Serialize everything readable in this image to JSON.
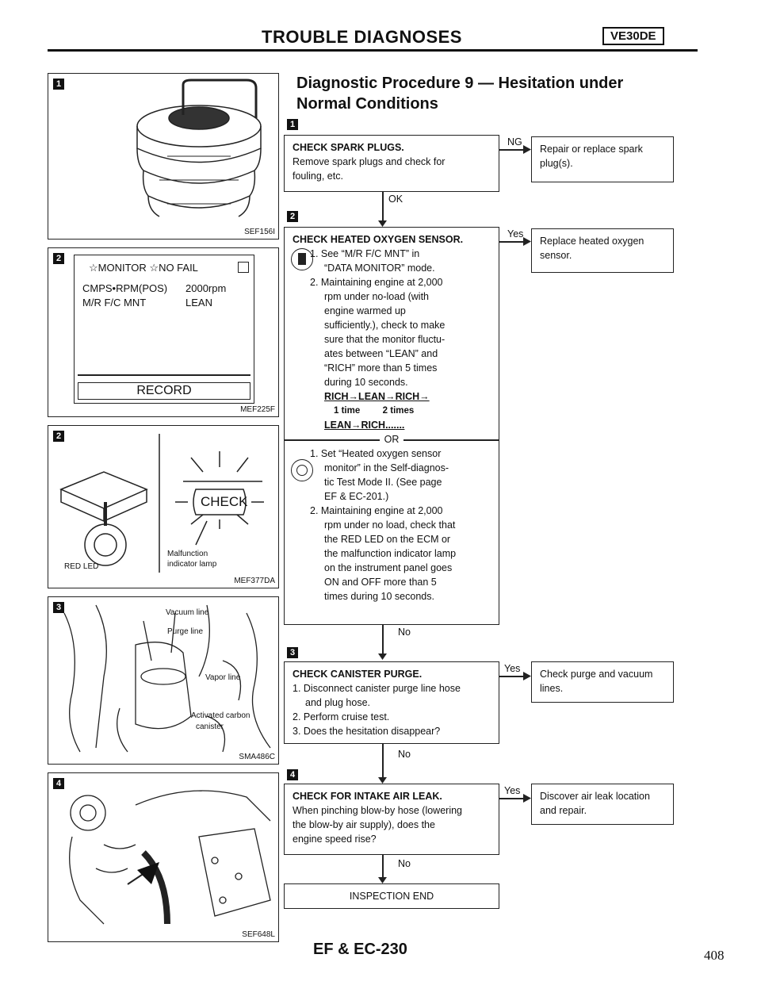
{
  "header": {
    "title": "TROUBLE DIAGNOSES",
    "engine_tag": "VE30DE"
  },
  "procedure_title_line1": "Diagnostic Procedure 9 — Hesitation under",
  "procedure_title_line2": "Normal Conditions",
  "step_markers": [
    "1",
    "2",
    "2",
    "3",
    "4"
  ],
  "figures": {
    "fig1": {
      "code": "SEF156I"
    },
    "fig2": {
      "monitor_line": "☆MONITOR ☆NO FAIL",
      "row1_label": "CMPS•RPM(POS)",
      "row1_value": "2000rpm",
      "row2_label": "M/R F/C MNT",
      "row2_value": "LEAN",
      "record_button": "RECORD",
      "code": "MEF225F"
    },
    "fig3": {
      "check_lamp": "CHECK",
      "led_label": "RED LED",
      "mil_label1": "Malfunction",
      "mil_label2": "indicator lamp",
      "code": "MEF377DA"
    },
    "fig4": {
      "label1": "Vacuum line",
      "label2": "Purge line",
      "label3": "Vapor line",
      "label4": "Activated carbon",
      "label5": "canister",
      "code": "SMA486C"
    },
    "fig5": {
      "code": "SEF648L"
    }
  },
  "flow": {
    "step1": {
      "title": "CHECK SPARK PLUGS.",
      "l1": "Remove spark plugs and check for",
      "l2": "fouling, etc.",
      "ng": "NG",
      "ok": "OK",
      "result1": "Repair or replace spark",
      "result2": "plug(s)."
    },
    "step2": {
      "title": "CHECK HEATED OXYGEN SENSOR.",
      "a1": "1. See “M/R F/C MNT” in",
      "a1b": "“DATA MONITOR” mode.",
      "a2": "2. Maintaining engine at 2,000",
      "a3": "rpm under no-load (with",
      "a4": "engine warmed up",
      "a5": "sufficiently.), check to make",
      "a6": "sure that the monitor fluctu-",
      "a7": "ates between “LEAN” and",
      "a8": "“RICH” more than 5 times",
      "a9": "during 10 seconds.",
      "seq1": "RICH→LEAN→RICH→",
      "seq_t1": "1 time",
      "seq_t2": "2 times",
      "seq2": "LEAN→RICH.......",
      "or": "OR",
      "b1": "1. Set “Heated oxygen sensor",
      "b2": "monitor” in the Self-diagnos-",
      "b3": "tic Test Mode II. (See page",
      "b4": "EF & EC-201.)",
      "b5": "2. Maintaining engine at 2,000",
      "b6": "rpm under no load, check that",
      "b7": "the RED LED on the ECM or",
      "b8": "the malfunction indicator lamp",
      "b9": "on the instrument panel goes",
      "b10": "ON and OFF more than 5",
      "b11": "times during 10 seconds.",
      "yes": "Yes",
      "no": "No",
      "result1": "Replace heated oxygen",
      "result2": "sensor."
    },
    "step3": {
      "title": "CHECK CANISTER PURGE.",
      "l1": "1. Disconnect canister purge line hose",
      "l2": "and plug hose.",
      "l3": "2. Perform cruise test.",
      "l4": "3. Does the hesitation disappear?",
      "yes": "Yes",
      "no": "No",
      "result1": "Check purge and vacuum",
      "result2": "lines."
    },
    "step4": {
      "title": "CHECK FOR INTAKE AIR LEAK.",
      "l1": "When pinching blow-by hose (lowering",
      "l2": "the blow-by air supply), does the",
      "l3": "engine speed rise?",
      "yes": "Yes",
      "no": "No",
      "result1": "Discover air leak location",
      "result2": "and repair."
    },
    "end": "INSPECTION END"
  },
  "footer": {
    "code": "EF & EC-230",
    "page": "408"
  }
}
